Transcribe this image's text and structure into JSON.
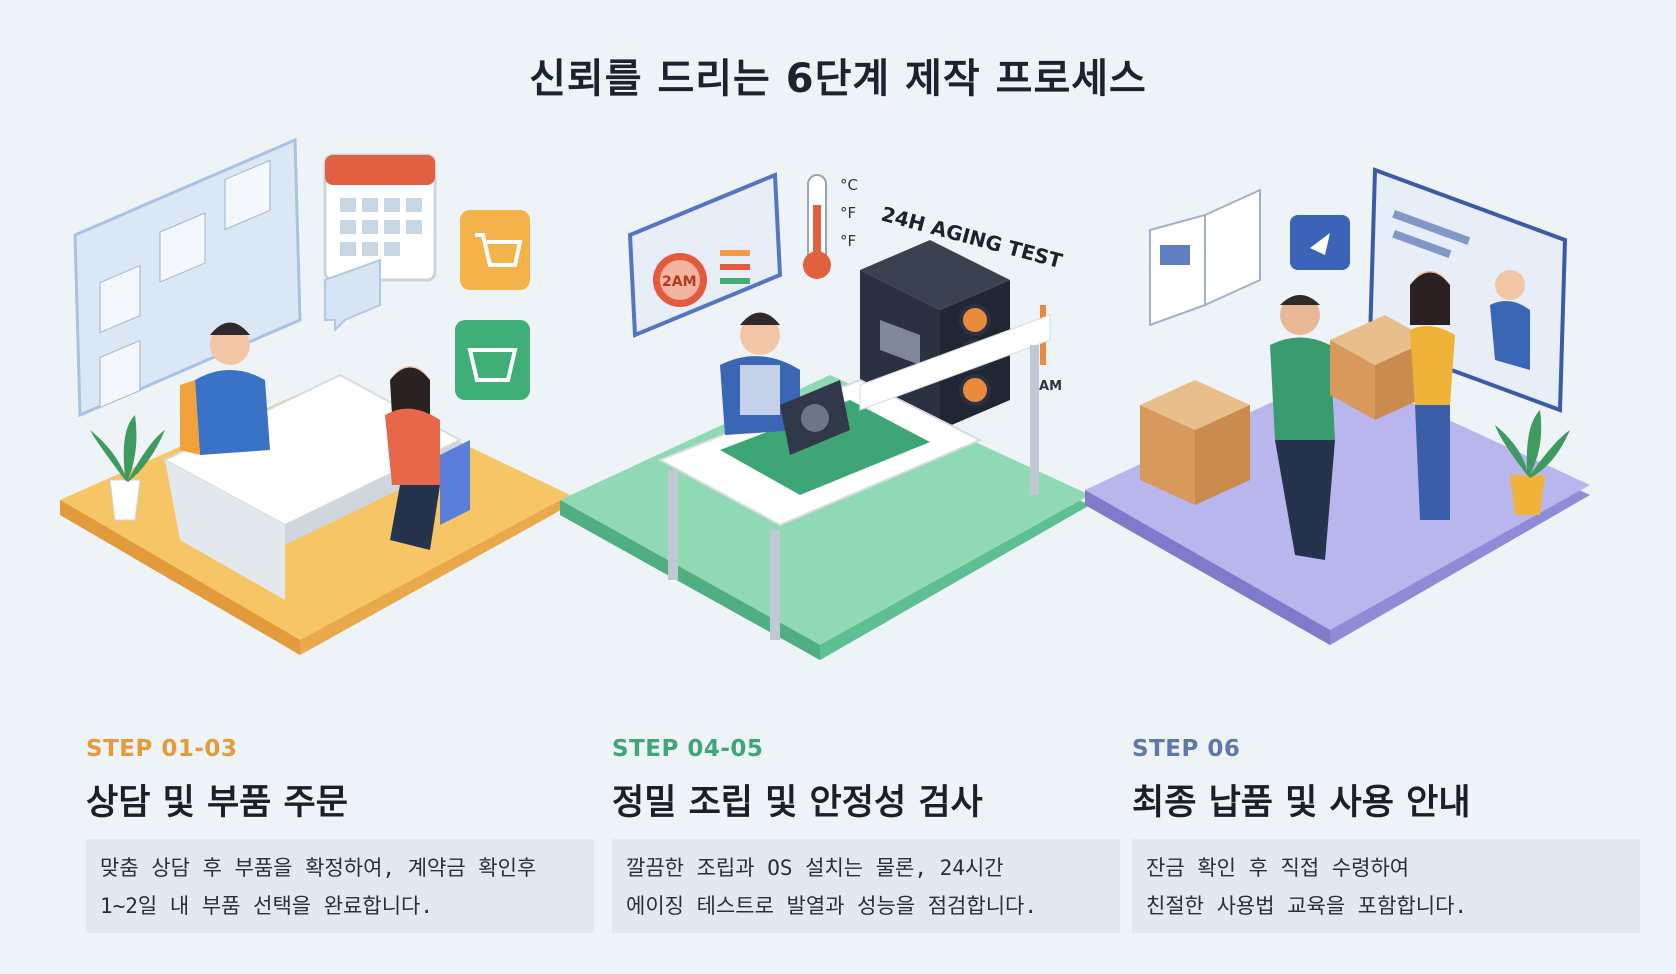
{
  "title": "신뢰를 드리는 6단계 제작 프로세스",
  "illustration": {
    "aging_test": "24H AGING TEST",
    "gauge_text": "2AM",
    "timer_text": "2AM",
    "temp_units": [
      "°C",
      "°F",
      "°F"
    ]
  },
  "steps": [
    {
      "number": "STEP 01-03",
      "heading": "상담 및 부품 주문",
      "desc_line1": "맞춤 상담 후 부품을 확정하여, 계약금 확인후",
      "desc_line2": "1~2일 내 부품 선택을 완료합니다.",
      "platform_color": "#f6c566"
    },
    {
      "number": "STEP 04-05",
      "heading": "정밀 조립 및 안정성 검사",
      "desc_line1": "깔끔한 조립과 OS 설치는 물론, 24시간",
      "desc_line2": "에이징 테스트로 발열과 성능을 점검합니다.",
      "platform_color": "#7fd1a9"
    },
    {
      "number": "STEP 06",
      "heading": "최종 납품 및 사용 안내",
      "desc_line1": "잔금 확인 후 직접 수령하여",
      "desc_line2": "친절한 사용법 교육을 포함합니다.",
      "platform_color": "#a9a6e4"
    }
  ]
}
